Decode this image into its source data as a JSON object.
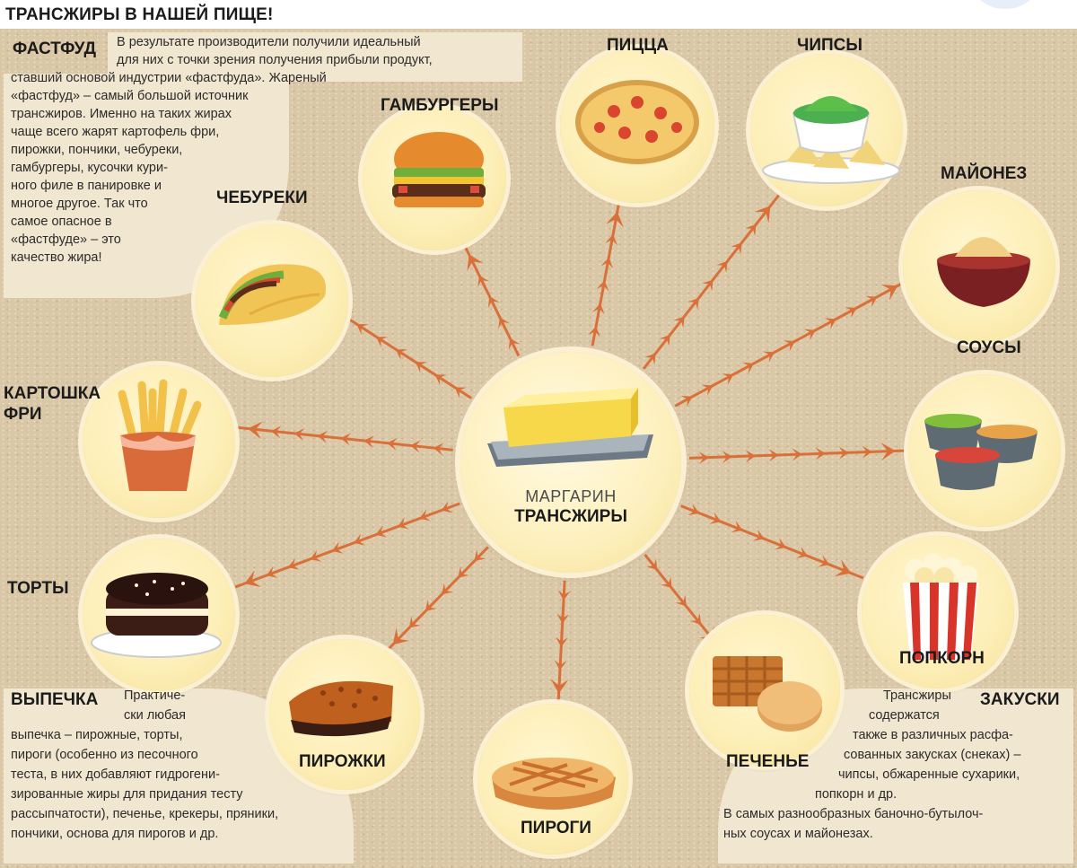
{
  "title": "ТРАНСЖИРЫ В НАШЕЙ ПИЩЕ!",
  "center": {
    "label_top": "МАРГАРИН",
    "label_bottom": "ТРАНСЖИРЫ"
  },
  "foods": {
    "hamburgers": "ГАМБУРГЕРЫ",
    "pizza": "ПИЦЦА",
    "chips": "ЧИПСЫ",
    "mayo": "МАЙОНЕЗ",
    "sauces": "СОУСЫ",
    "popcorn": "ПОПКОРН",
    "cookies": "ПЕЧЕНЬЕ",
    "pies": "ПИРОГИ",
    "pastries": "ПИРОЖКИ",
    "cakes": "ТОРТЫ",
    "fries_line1": "КАРТОШКА",
    "fries_line2": "ФРИ",
    "chebureki": "ЧЕБУРЕКИ"
  },
  "fastfood": {
    "heading": "ФАСТФУД",
    "lines": [
      "В результате производители получили идеальный",
      "для них с точки зрения получения прибыли продукт,",
      "ставший основой индустрии «фастфуда». Жареный",
      "«фастфуд» – самый большой источник",
      "трансжиров. Именно на таких жирах",
      "чаще всего жарят картофель фри,",
      "пирожки, пончики, чебуреки,",
      "гамбургеры, кусочки кури-",
      "ного филе в панировке и",
      "многое другое. Так что",
      "самое опасное в",
      "«фастфуде» – это",
      "качество жира!"
    ]
  },
  "baking": {
    "heading": "ВЫПЕЧКА",
    "lines": [
      "Практиче-",
      "ски любая",
      "выпечка – пирожные, торты,",
      "пироги (особенно из песочного",
      "теста, в них добавляют гидрогени-",
      "зированные жиры для придания тесту",
      "рассыпчатости), печенье, крекеры, пряники,",
      "пончики, основа для пирогов и др."
    ]
  },
  "snacks": {
    "heading": "ЗАКУСКИ",
    "lines": [
      "Трансжиры",
      "содержатся",
      "также в различных расфа-",
      "сованных закусках (снеках) –",
      "чипсы, обжаренные сухарики,",
      "попкорн и др.",
      "В самых разнообразных баночно-бутылоч-",
      "ных соусах и майонезах."
    ]
  },
  "colors": {
    "arrow": "#d9703a",
    "circle": "#fdefb8",
    "background": "#d9c7a6"
  }
}
